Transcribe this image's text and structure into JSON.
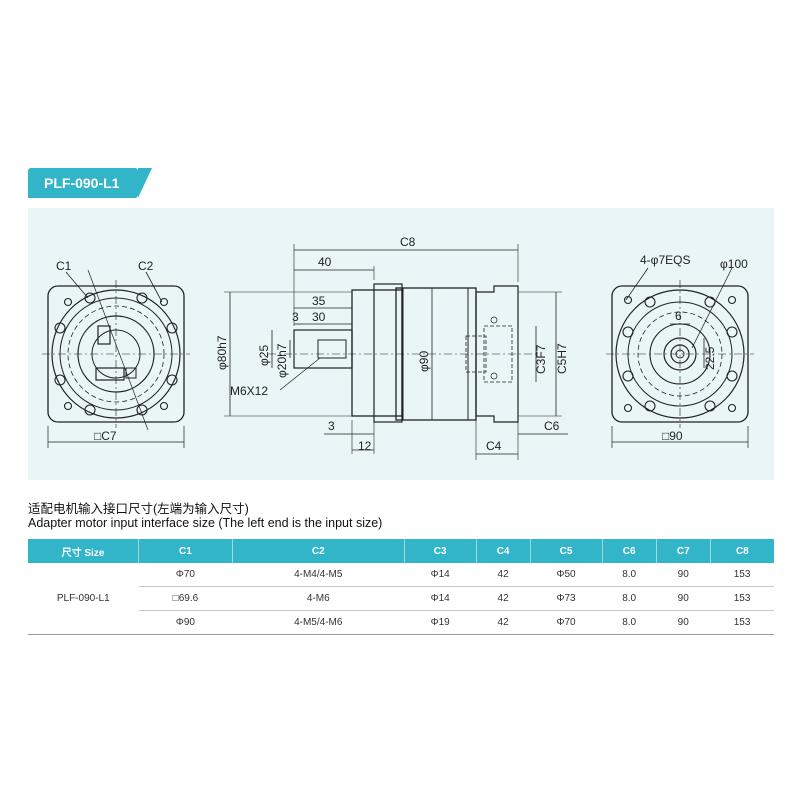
{
  "header": {
    "model_tag": "PLF-090-L1"
  },
  "drawing": {
    "labels": {
      "c1": "C1",
      "c2": "C2",
      "c7": "□C7",
      "c8": "C8",
      "d40": "40",
      "d35": "35",
      "d30": "30",
      "d3a": "3",
      "phi25": "φ25",
      "phi20h7": "φ20h7",
      "m6x12": "M6X12",
      "phi80h7": "φ80h7",
      "phi90": "φ90",
      "c3f7": "C3F7",
      "c5h7": "C5H7",
      "d3b": "3",
      "d12": "12",
      "c4": "C4",
      "c6": "C6",
      "holes": "4-φ7EQS",
      "phi100": "φ100",
      "d6": "6",
      "d22_5": "22.5",
      "sq90": "□90"
    }
  },
  "captions": {
    "zh": "适配电机输入接口尺寸(左端为输入尺寸)",
    "en": "Adapter motor input interface size (The left end is the input size)"
  },
  "table": {
    "headers": [
      "尺寸 Size",
      "C1",
      "C2",
      "C3",
      "C4",
      "C5",
      "C6",
      "C7",
      "C8"
    ],
    "size_label": "PLF-090-L1",
    "rows": [
      [
        "Φ70",
        "4-M4/4-M5",
        "Φ14",
        "42",
        "Φ50",
        "8.0",
        "90",
        "153"
      ],
      [
        "□69.6",
        "4-M6",
        "Φ14",
        "42",
        "Φ73",
        "8.0",
        "90",
        "153"
      ],
      [
        "Φ90",
        "4-M5/4-M6",
        "Φ19",
        "42",
        "Φ70",
        "8.0",
        "90",
        "153"
      ]
    ]
  },
  "colors": {
    "accent": "#33b5c9",
    "panel": "#e9f5f6"
  }
}
